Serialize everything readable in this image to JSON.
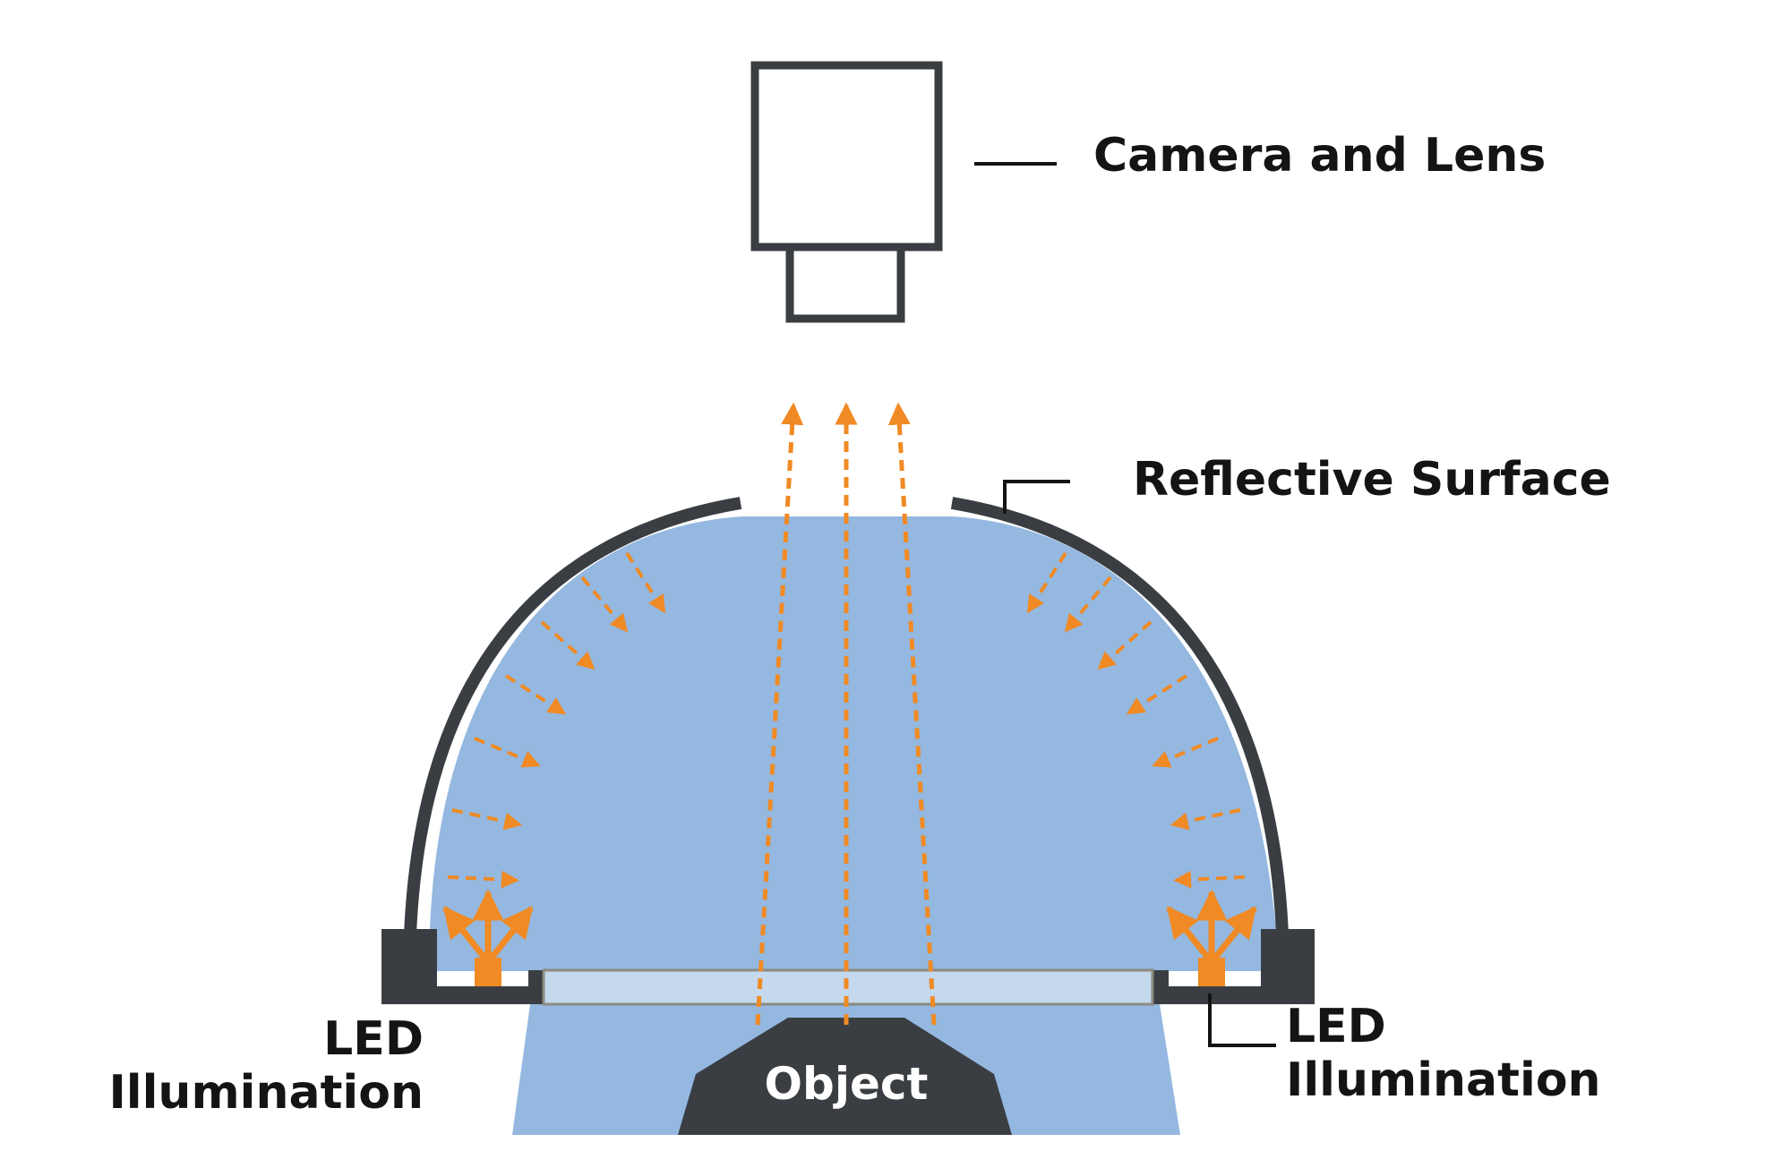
{
  "labels": {
    "camera": "Camera and Lens",
    "reflective_surface": "Reflective Surface",
    "led_left_line1": "LED",
    "led_left_line2": "Illumination",
    "led_right_line1": "LED",
    "led_right_line2": "Illumination",
    "object": "Object"
  },
  "colors": {
    "dome_fill": "#94b8e0",
    "beam_fill": "#94b8e0",
    "housing": "#3a3e42",
    "arrow": "#f08a24",
    "text": "#141414",
    "object_text": "#ffffff"
  }
}
